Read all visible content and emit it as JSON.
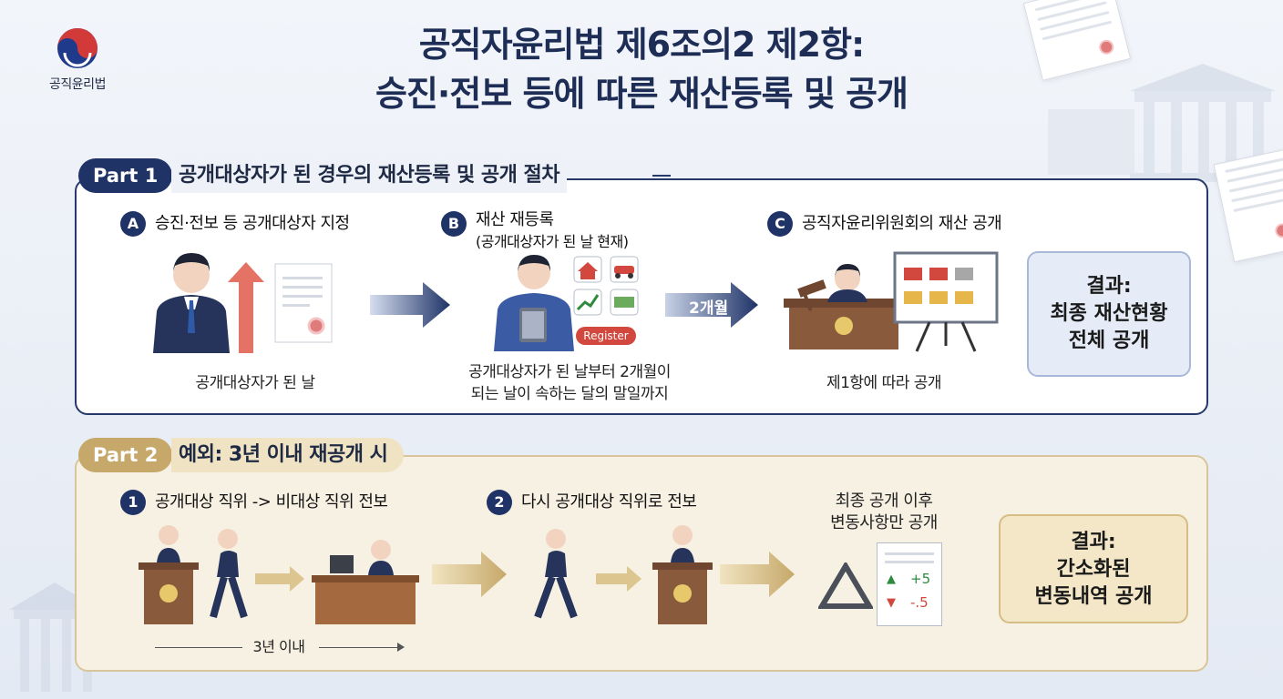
{
  "logo": {
    "label": "공직윤리법",
    "icon": "taegeuk-icon"
  },
  "title": {
    "line1": "공직자윤리법 제6조의2 제2항:",
    "line2": "승진·전보 등에 따른 재산등록 및 공개"
  },
  "part1": {
    "pill": "Part 1",
    "title": "공개대상자가 된 경우의 재산등록 및 공개 절차",
    "steps": [
      {
        "badge": "A",
        "label": "승진·전보 등 공개대상자 지정",
        "caption": "공개대상자가 된 날"
      },
      {
        "badge": "B",
        "label": "재산 재등록",
        "sublabel": "(공개대상자가 된 날 현재)",
        "caption1": "공개대상자가 된 날부터 2개월이",
        "caption2": "되는 날이 속하는 달의 말일까지",
        "register": "Register"
      },
      {
        "badge": "C",
        "label": "공직자윤리위원회의 재산 공개",
        "caption": "제1항에 따라 공개"
      }
    ],
    "arrow_label": "2개월",
    "result": {
      "line1": "결과:",
      "line2": "최종 재산현황",
      "line3": "전체 공개"
    }
  },
  "part2": {
    "pill": "Part 2",
    "title": "예외: 3년 이내 재공개 시",
    "steps": [
      {
        "badge": "1",
        "label": "공개대상 직위 -> 비대상 직위 전보"
      },
      {
        "badge": "2",
        "label": "다시 공개대상 직위로 전보"
      }
    ],
    "span_label": "3년 이내",
    "final_caption1": "최종 공개 이후",
    "final_caption2": "변동사항만 공개",
    "delta_up": "+5",
    "delta_down": "-.5",
    "result": {
      "line1": "결과:",
      "line2": "간소화된",
      "line3": "변동내역 공개"
    }
  },
  "colors": {
    "navy": "#1f3367",
    "gold": "#c6a86a",
    "red_arrow": "#e05a4a"
  }
}
